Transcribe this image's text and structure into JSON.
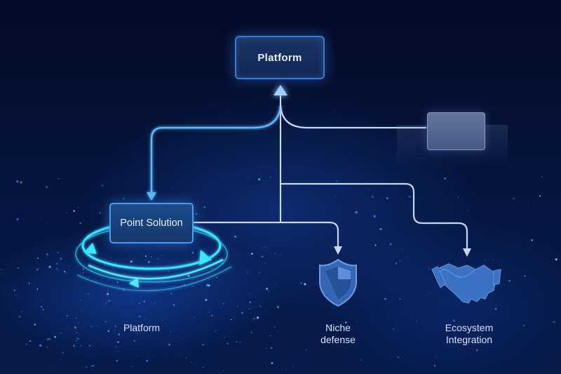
{
  "nodes": {
    "top_box": "Platform",
    "point_box": "Point Solution",
    "side_box": ""
  },
  "captions": {
    "left": "Platform",
    "middle_line1": "Niche",
    "middle_line2": "defense",
    "right_line1": "Ecosystem",
    "right_line2": "Integration"
  },
  "icons": [
    "cycle-arrows-icon",
    "shield-icon",
    "handshake-icon"
  ],
  "colors": {
    "background": "#030b26",
    "connector": "#c7d8f5",
    "glow_cyan": "#41e3ff",
    "box_border": "#3f79c9",
    "icon_blue": "#3b72c4"
  }
}
